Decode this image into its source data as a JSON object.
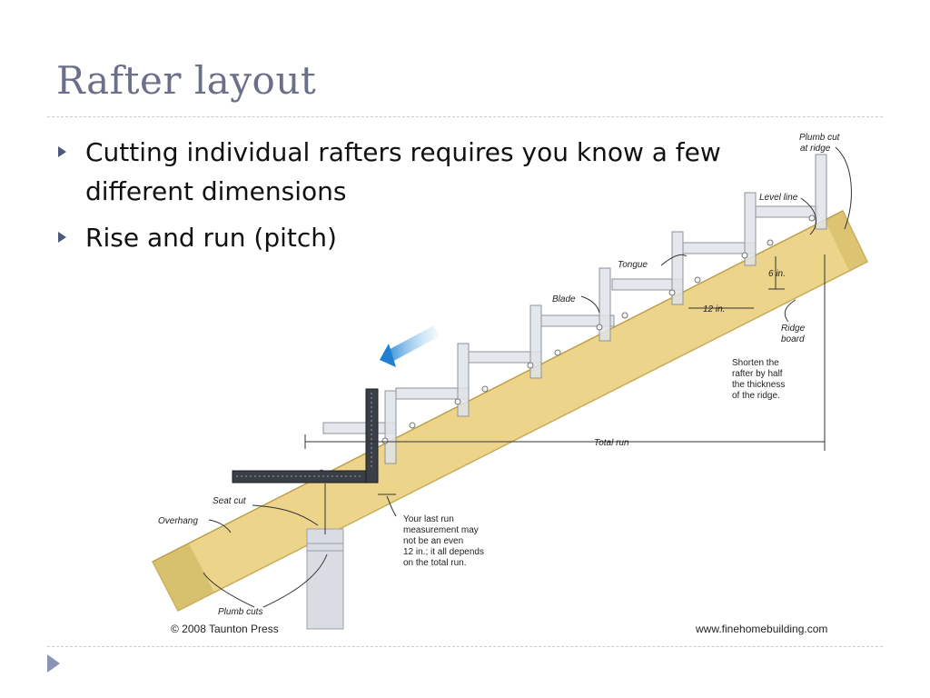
{
  "slide": {
    "title": "Rafter layout",
    "bullets": [
      "Cutting individual rafters requires you know a few different dimensions",
      "Rise and run (pitch)"
    ]
  },
  "diagram": {
    "labels": {
      "plumb_cut_at_ridge_1": "Plumb cut",
      "plumb_cut_at_ridge_2": "at ridge",
      "level_line": "Level line",
      "tongue": "Tongue",
      "blade": "Blade",
      "rise": "6 in.",
      "run": "12 in.",
      "ridge_board_1": "Ridge",
      "ridge_board_2": "board",
      "shorten_1": "Shorten the",
      "shorten_2": "rafter by half",
      "shorten_3": "the thickness",
      "shorten_4": "of the ridge.",
      "total_run": "Total run",
      "seat_cut": "Seat cut",
      "overhang": "Overhang",
      "last_run_1": "Your last run",
      "last_run_2": "measurement may",
      "last_run_3": "not be an even",
      "last_run_4": "12 in.; it all depends",
      "last_run_5": "on the total run.",
      "plumb_cuts": "Plumb cuts"
    },
    "copyright": "© 2008 Taunton Press",
    "website": "www.finehomebuilding.com",
    "colors": {
      "board": "#ecd48a",
      "board_edge": "#c9ad5a",
      "square": "#d9dde3",
      "arrow": "#3a9ee6"
    }
  }
}
